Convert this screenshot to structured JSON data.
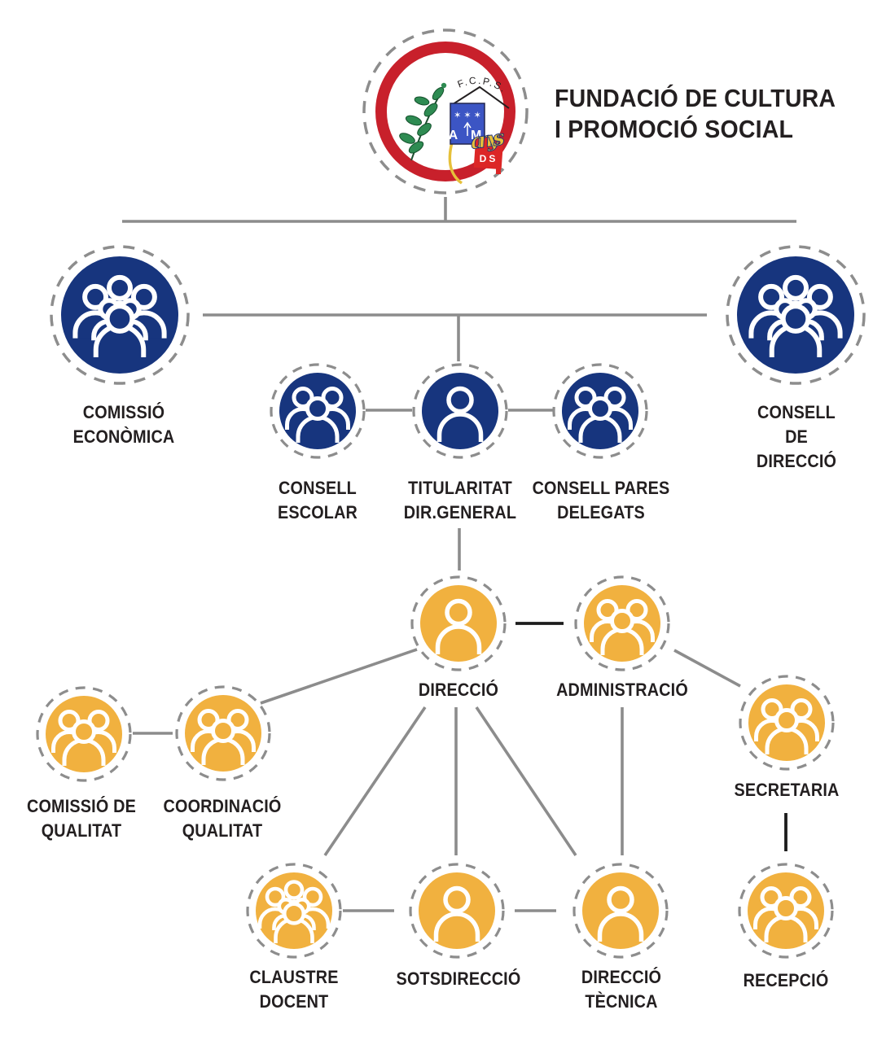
{
  "title": {
    "text": "FUNDACIÓ DE CULTURA\nI PROMOCIÓ SOCIAL"
  },
  "logo": {
    "arc_text": "F.C.P.S.",
    "stars": "✶ ✶ ✶",
    "shield_letters": "A M",
    "script_text": "anys",
    "badge_letters": "DS"
  },
  "colors": {
    "tier1_blue": "#17357E",
    "tier2_yellow": "#F1B13F",
    "line_gray": "#8C8C8C",
    "line_black": "#1C1C1C",
    "ring_red": "#C8202B",
    "text": "#231F20"
  },
  "nodes": {
    "comissio_economica": {
      "label": "COMISSIÓ\nECONÒMICA",
      "icon": "people-crowd",
      "color": "blue",
      "size": "large"
    },
    "consell_direccio": {
      "label": "CONSELL\nDE DIRECCIÓ",
      "icon": "people-crowd",
      "color": "blue",
      "size": "large"
    },
    "consell_escolar": {
      "label": "CONSELL\nESCOLAR",
      "icon": "people-group",
      "color": "blue",
      "size": "small"
    },
    "titularitat_dir_general": {
      "label": "TITULARITAT\nDIR.GENERAL",
      "icon": "person",
      "color": "blue",
      "size": "small"
    },
    "consell_pares_delegats": {
      "label": "CONSELL PARES\nDELEGATS",
      "icon": "people-group",
      "color": "blue",
      "size": "small"
    },
    "direccio": {
      "label": "DIRECCIÓ",
      "icon": "person",
      "color": "yellow",
      "size": "small"
    },
    "administracio": {
      "label": "ADMINISTRACIÓ",
      "icon": "people-group",
      "color": "yellow",
      "size": "small"
    },
    "comissio_de_qualitat": {
      "label": "COMISSIÓ DE\nQUALITAT",
      "icon": "people-group",
      "color": "yellow",
      "size": "small"
    },
    "coordinacio_qualitat": {
      "label": "COORDINACIÓ\nQUALITAT",
      "icon": "people-group",
      "color": "yellow",
      "size": "small"
    },
    "secretaria": {
      "label": "SECRETARIA",
      "icon": "people-group",
      "color": "yellow",
      "size": "small"
    },
    "claustre_docent": {
      "label": "CLAUSTRE\nDOCENT",
      "icon": "people-crowd",
      "color": "yellow",
      "size": "small"
    },
    "sotsdireccio": {
      "label": "SOTSDIRECCIÓ",
      "icon": "person",
      "color": "yellow",
      "size": "small"
    },
    "direccio_tecnica": {
      "label": "DIRECCIÓ\nTÈCNICA",
      "icon": "person",
      "color": "yellow",
      "size": "small"
    },
    "recepcio": {
      "label": "RECEPCIÓ",
      "icon": "people-group",
      "color": "yellow",
      "size": "small"
    }
  },
  "connections": [
    {
      "from": "fundacio_logo",
      "to": "tier1_bar",
      "style": "gray"
    },
    {
      "from": "comissio_economica",
      "to": "consell_direccio",
      "style": "gray"
    },
    {
      "from": "tier1_bar",
      "to": "titularitat_dir_general",
      "style": "gray"
    },
    {
      "from": "consell_escolar",
      "to": "titularitat_dir_general",
      "style": "gray"
    },
    {
      "from": "titularitat_dir_general",
      "to": "consell_pares_delegats",
      "style": "gray"
    },
    {
      "from": "titularitat_dir_general",
      "to": "direccio",
      "style": "gray"
    },
    {
      "from": "direccio",
      "to": "administracio",
      "style": "black"
    },
    {
      "from": "coordinacio_qualitat",
      "to": "direccio",
      "style": "gray"
    },
    {
      "from": "comissio_de_qualitat",
      "to": "coordinacio_qualitat",
      "style": "gray"
    },
    {
      "from": "direccio",
      "to": "claustre_docent",
      "style": "gray"
    },
    {
      "from": "direccio",
      "to": "sotsdireccio",
      "style": "gray"
    },
    {
      "from": "direccio",
      "to": "direccio_tecnica",
      "style": "gray"
    },
    {
      "from": "administracio",
      "to": "direccio_tecnica",
      "style": "gray"
    },
    {
      "from": "administracio",
      "to": "secretaria",
      "style": "gray"
    },
    {
      "from": "secretaria",
      "to": "recepcio",
      "style": "black"
    },
    {
      "from": "claustre_docent",
      "to": "sotsdireccio",
      "style": "gray"
    },
    {
      "from": "sotsdireccio",
      "to": "direccio_tecnica",
      "style": "gray"
    }
  ]
}
